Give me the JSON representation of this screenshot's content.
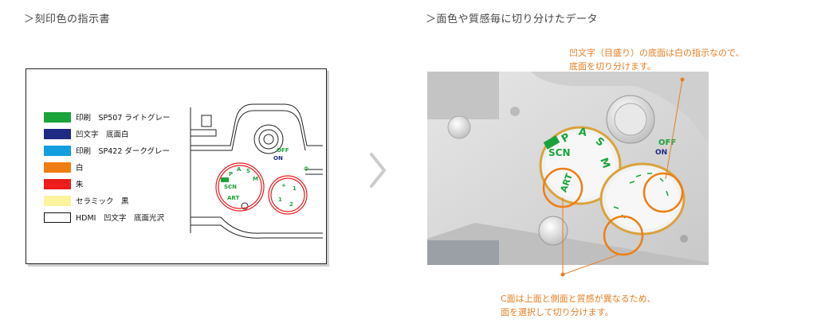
{
  "left_heading": "＞刻印色の指示書",
  "right_heading": "＞面色や質感毎に切り分けたデータ",
  "legend": [
    {
      "label": "印刷　SP507 ライトグレー",
      "color": "#1aa33a"
    },
    {
      "label": "凹文字　底面白",
      "color": "#1f2a85"
    },
    {
      "label": "印刷　SP422 ダークグレー",
      "color": "#139ee0"
    },
    {
      "label": "白",
      "color": "#f07d12"
    },
    {
      "label": "朱",
      "color": "#ee1c1c"
    },
    {
      "label": "セラミック　黒",
      "color": "#fbf49c"
    },
    {
      "label": "HDMI　凹文字　底面光沢",
      "color": "#ffffff"
    }
  ],
  "drawing": {
    "off_label": "OFF",
    "on_label": "ON"
  },
  "photo": {
    "scn_label": "SCN",
    "art_label": "ART",
    "off_label": "OFF",
    "on_label": "ON",
    "m_label": "M",
    "s_label": "S",
    "a_label": "A",
    "p_label": "P"
  },
  "annotations": {
    "top_line1": "凹文字（目盛り）の底面は白の指示なので、",
    "top_line2": "底面を切り分けます。",
    "bottom_line1": "C面は上面と側面と質感が異なるため、",
    "bottom_line2": "面を選択して切り分けます。"
  },
  "colors": {
    "accent_orange": "#e67e22",
    "chevron": "#cccccc"
  }
}
